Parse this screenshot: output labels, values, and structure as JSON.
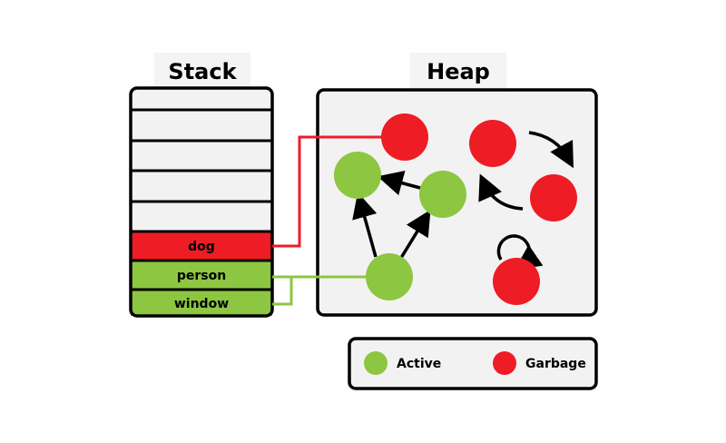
{
  "stack": {
    "title": "Stack",
    "slots": [
      "",
      "",
      "",
      "",
      "",
      "dog",
      "person",
      "window"
    ]
  },
  "heap": {
    "title": "Heap"
  },
  "legend": {
    "active_label": "Active",
    "garbage_label": "Garbage"
  },
  "colors": {
    "active": "#8dc641",
    "garbage": "#ee1c25",
    "panel_fill": "#f2f2f2",
    "outline": "#000000"
  }
}
